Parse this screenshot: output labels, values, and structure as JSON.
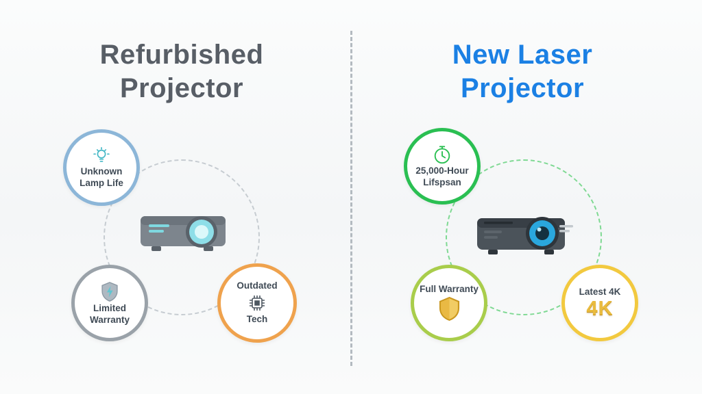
{
  "background": "#f5f7f8",
  "divider": {
    "color": "#b3bac0",
    "style": "dashed"
  },
  "left": {
    "title": {
      "line1": "Refurbished",
      "line2": "Projector",
      "color": "#585e66"
    },
    "orbit_color": "#c6ccd1",
    "projector": {
      "icon": "projector-illustration-refurbished",
      "body_color": "#7d858d",
      "lens_color": "#8edee8"
    },
    "features": [
      {
        "line1": "Unknown",
        "line2": "Lamp Life",
        "icon": "lightbulb-icon",
        "border_color": "#8cb6d8",
        "icon_color": "#45b8c6"
      },
      {
        "line1": "Limited",
        "line2": "Warranty",
        "icon": "shield-bolt-icon",
        "border_color": "#9aa2a9",
        "icon_color": "#aeb9c2"
      },
      {
        "line1": "Outdated",
        "line2": "Tech",
        "icon": "chip-icon",
        "border_color": "#efa24d",
        "icon_color": "#4d5761"
      }
    ]
  },
  "right": {
    "title": {
      "line1": "New Laser",
      "line2": "Projector",
      "color": "#1b80e4"
    },
    "orbit_color": "#7fd993",
    "projector": {
      "icon": "projector-illustration-new-laser",
      "body_color": "#4b535a",
      "lens_color": "#2aa7dd"
    },
    "features": [
      {
        "line1": "25,000-Hour",
        "line2": "Lifspsan",
        "icon": "clock-icon",
        "border_color": "#2abf52",
        "icon_color": "#2abf52"
      },
      {
        "line1": "Full Warranty",
        "line2": "",
        "icon": "gold-shield-icon",
        "border_color": "#a9cd4b",
        "icon_color": "#e9b944"
      },
      {
        "line1": "Latest 4K",
        "line2": "4K",
        "icon": "4k-gold-badge",
        "border_color": "#f2c93f",
        "icon_color": "#e9bb3e"
      }
    ]
  }
}
